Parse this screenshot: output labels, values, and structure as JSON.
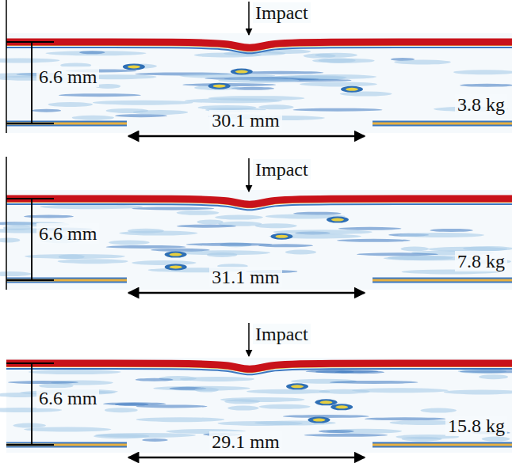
{
  "diagram": {
    "labels": [
      "Impact",
      "6.6 mm",
      "30.1 mm",
      "3.8 kg",
      "Impact",
      "6.6 mm",
      "31.1 mm",
      "7.8 kg",
      "Impact",
      "6.6 mm",
      "29.1 mm",
      "15.8 kg"
    ]
  }
}
